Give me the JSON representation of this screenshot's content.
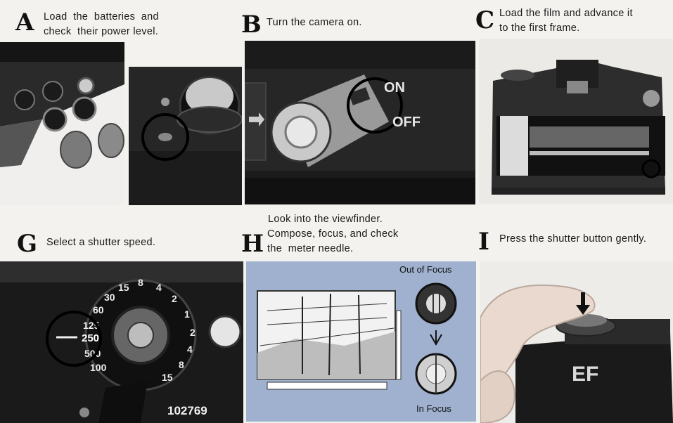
{
  "steps": {
    "A": {
      "letter": "A",
      "line1": "Load  the  batteries  and",
      "line2": "check  their power level."
    },
    "B": {
      "letter": "B",
      "line1": "Turn the camera on."
    },
    "C": {
      "letter": "C",
      "line1": "Load the film and advance it",
      "line2": "to the first frame."
    },
    "G": {
      "letter": "G",
      "line1": "Select a shutter speed."
    },
    "H": {
      "letter": "H",
      "pre": "Look into the viewfinder.",
      "line1": "Compose, focus, and check",
      "line2": "the  meter needle."
    },
    "I": {
      "letter": "I",
      "line1": "Press the shutter button gently."
    }
  },
  "photo_labels": {
    "on": "ON",
    "off": "OFF",
    "serial": "102769",
    "out_of_focus": "Out of Focus",
    "in_focus": "In Focus",
    "dial_speeds": [
      "8",
      "4",
      "2",
      "1",
      "2",
      "4",
      "8",
      "15",
      "30",
      "60",
      "125",
      "250",
      "500",
      "100"
    ],
    "camera_logo": "EF"
  },
  "colors": {
    "page": "#f4f2ee",
    "viewfinder_panel": "#9fb1cf"
  }
}
